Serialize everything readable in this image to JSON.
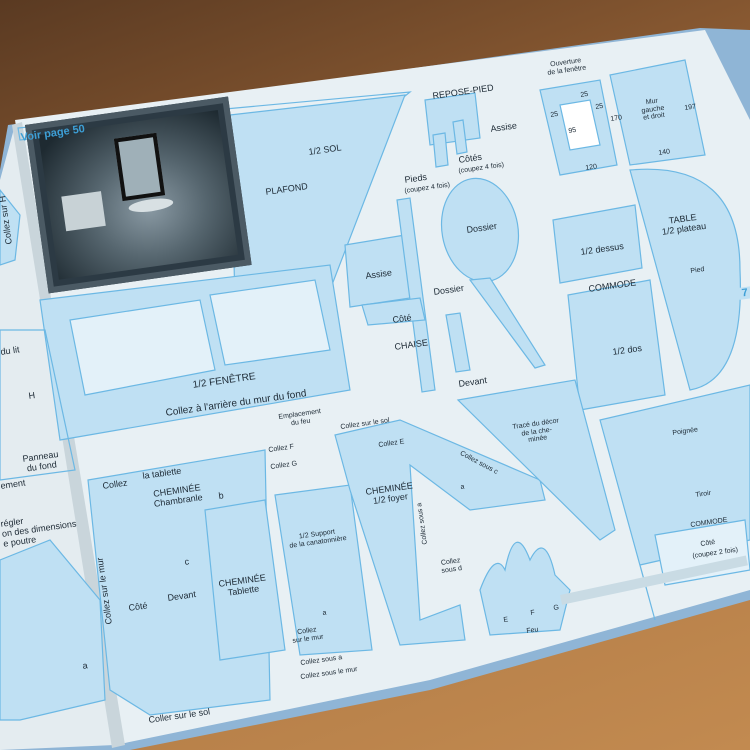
{
  "header": {
    "see_page": "Voir page 50"
  },
  "left_page": {
    "collez_sur_h": "Collez sur H",
    "du_lit": "du lit",
    "h_label": "H",
    "panneau": "Panneau\ndu fond",
    "ement": "ement",
    "regler": "régler\non des dimensions\ne poutre",
    "a_label": "a"
  },
  "wall": {
    "plafond": "PLAFOND",
    "demi_sol": "1/2 SOL",
    "demi_fenetre": "1/2 FENÊTRE",
    "collez_arriere": "Collez à l'arrière du mur du fond"
  },
  "chair": {
    "repose_pied": "REPOSE-PIED",
    "assise_top": "Assise",
    "pieds": "Pieds",
    "pieds_note": "(coupez 4 fois)",
    "cotes": "Côtés",
    "cotes_note": "(coupez 4 fois)",
    "dossier": "Dossier",
    "assise": "Assise",
    "dossier_label": "Dossier",
    "cote": "Côté",
    "chaise": "CHAISE",
    "devant": "Devant"
  },
  "window_opening": {
    "title": "Ouverture\nde la fenêtre",
    "dims": [
      "25",
      "25",
      "25",
      "95",
      "170",
      "120"
    ]
  },
  "side_wall": {
    "label": "Mur\ngauche\net droit",
    "w": "140",
    "h": "197"
  },
  "table": {
    "title": "TABLE\n1/2 plateau",
    "pied": "Pied",
    "tab": "7"
  },
  "commode_top": {
    "dessus": "1/2 dessus",
    "commode": "COMMODE",
    "dos": "1/2 dos"
  },
  "fireplace": {
    "emplacement": "Emplacement\ndu feu",
    "collez_sur_sol": "Collez sur le sol",
    "collez_e": "Collez E",
    "collez_f": "Collez F",
    "collez_g": "Collez G",
    "collez_sous_c": "Collez sous c",
    "a1": "a",
    "foyer": "CHEMINÉE\n1/2 foyer",
    "collez_sous_a": "Collez sous a",
    "collez_sous_d": "Collez\nsous d",
    "trace": "Tracé du décor\nde la che-\nminée",
    "collez": "Collez",
    "la_tablette": "la tablette",
    "chambranle": "CHEMINÉE\nChambranle",
    "b": "b",
    "c": "c",
    "collez_sur_mur": "Collez sur le mur",
    "cote": "Côté",
    "devant": "Devant",
    "tablette": "CHEMINÉE\nTablette",
    "coller_sur_sol": "Coller sur le sol",
    "support": "1/2 Support\nde la canatonnière",
    "a2": "a",
    "collez_sur_le_mur": "Collez\nsur le mur",
    "collez_sous_a2": "Collez sous a",
    "collez_sous_le_mur": "Collez sous le mur"
  },
  "fire": {
    "e": "E",
    "f": "F",
    "g": "G",
    "feu": "Feu"
  },
  "commode": {
    "poignee": "Poignée",
    "tiroir": "Tiroir",
    "commode": "COMMODE",
    "cote": "Côté",
    "cote_note": "(coupez 2 fois)"
  }
}
